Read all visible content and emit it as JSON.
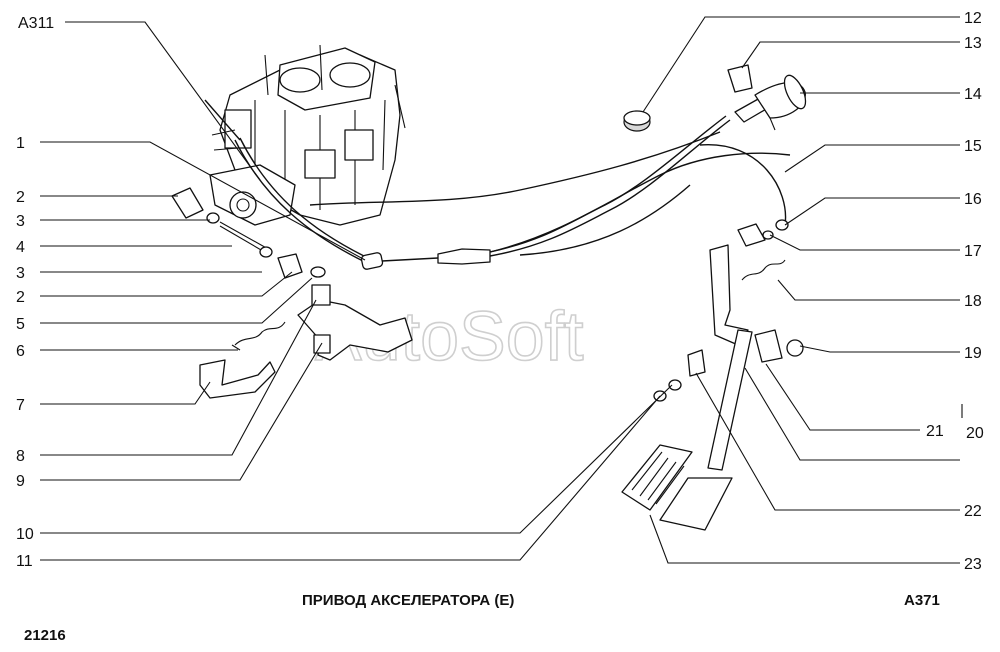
{
  "diagram": {
    "code_top": "A311",
    "caption": "ПРИВОД АКСЕЛЕРАТОРА (Е)",
    "code_bottom": "A371",
    "model": "21216",
    "watermark": "AutoSoft",
    "callouts": {
      "c1": "1",
      "c2a": "2",
      "c3a": "3",
      "c4": "4",
      "c3b": "3",
      "c2b": "2",
      "c5": "5",
      "c6": "6",
      "c7": "7",
      "c8": "8",
      "c9": "9",
      "c10": "10",
      "c11": "11",
      "c12": "12",
      "c13": "13",
      "c14": "14",
      "c15": "15",
      "c16": "16",
      "c17": "17",
      "c18": "18",
      "c19": "19",
      "c21": "21",
      "c20": "20",
      "c22": "22",
      "c23": "23"
    }
  }
}
